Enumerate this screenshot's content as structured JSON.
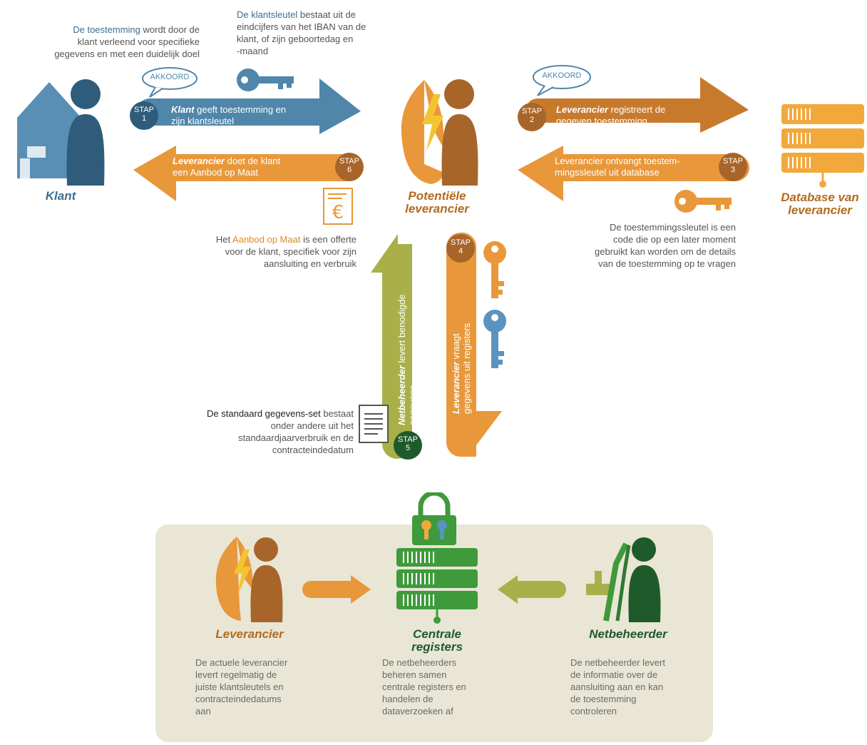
{
  "actors": {
    "klant": "Klant",
    "leverancier": [
      "Potentiële",
      "leverancier"
    ],
    "database": [
      "Database van",
      "leverancier"
    ]
  },
  "notes": {
    "toestemming": {
      "highlight": "De toestemming",
      "rest1": " wordt door de",
      "line2": "klant verleend voor specifieke",
      "line3": "gegevens en met een duidelijk doel"
    },
    "klantsleutel": {
      "highlight": "De klantsleutel",
      "rest1": " bestaat uit de",
      "line2": "eindcijfers van het IBAN van de",
      "line3": "klant, of zijn geboortedag en",
      "line4": "-maand"
    },
    "aanbod": {
      "prefix": "Het ",
      "highlight": "Aanbod op Maat",
      "rest1": " is een offerte",
      "line2": "voor de klant, specifiek voor zijn",
      "line3": "aansluiting en verbruik"
    },
    "toestemmingssleutel": {
      "line1": "De toestemmingssleutel is een",
      "line2": "code die op een later moment",
      "line3": "gebruikt kan worden om de details",
      "line4": "van de toestemming op te vragen"
    },
    "standaard": {
      "highlight": "De standaard gegevens-set",
      "rest1": " bestaat",
      "line2": "onder andere uit het",
      "line3": "standaardjaarverbruik en de",
      "line4": "contracteindedatum"
    }
  },
  "bubbles": {
    "akkoord1": "AKKOORD",
    "akkoord2": "AKKOORD"
  },
  "steps": {
    "s1": {
      "stap": "STAP",
      "num": "1",
      "em": "Klant",
      "rest": " geeft toestemming en",
      "line2": "zijn klantsleutel"
    },
    "s2": {
      "stap": "STAP",
      "num": "2",
      "em": "Leverancier",
      "rest": " registreert de",
      "line2": "gegeven toestemming"
    },
    "s3": {
      "stap": "STAP",
      "num": "3",
      "line1": "Leverancier ontvangt toestem-",
      "line2": "mingssleutel uit database"
    },
    "s4": {
      "stap": "STAP",
      "num": "4",
      "em": "Leverancier",
      "rest": " vraagt",
      "line2": "gegevens uit registers"
    },
    "s5": {
      "stap": "STAP",
      "num": "5",
      "em": "Netbeheerder",
      "rest": " levert benodigde",
      "line2": "gegevens"
    },
    "s6": {
      "stap": "STAP",
      "num": "6",
      "em": "Leverancier",
      "rest": " doet de klant",
      "line2": "een Aanbod op Maat"
    }
  },
  "bottom": {
    "leverancier": {
      "label": "Leverancier",
      "desc": [
        "De actuele leverancier",
        "levert regelmatig de",
        "juiste klantsleutels en",
        "contracteindedatums",
        "aan"
      ]
    },
    "registers": {
      "label": [
        "Centrale",
        "registers"
      ],
      "desc": [
        "De netbeheerders",
        "beheren samen",
        "centrale registers en",
        "handelen de",
        "dataverzoeken af"
      ]
    },
    "netbeheerder": {
      "label": "Netbeheerder",
      "desc": [
        "De netbeheerder levert",
        "de informatie over de",
        "aansluiting aan en kan",
        "de toestemming",
        "controleren"
      ]
    }
  },
  "colors": {
    "blue": "#4f86aa",
    "darkblue": "#2f5c7a",
    "orange": "#e8983a",
    "brown": "#a8652a",
    "olive": "#a9b04a",
    "green": "#3f9a3b",
    "darkgreen": "#1f5b2a",
    "panel": "#e9e6d5"
  },
  "icons": [
    "house-icon",
    "person-icon",
    "speech-bubble-icon",
    "key-icon",
    "flame-icon",
    "lightning-icon",
    "server-icon",
    "euro-document-icon",
    "document-icon",
    "padlock-icon",
    "cable-icon"
  ]
}
